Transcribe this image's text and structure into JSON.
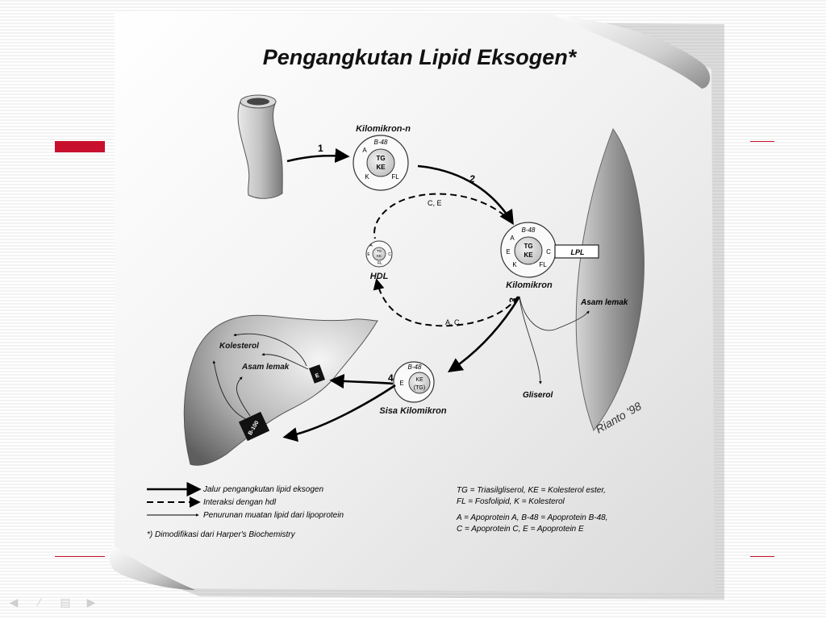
{
  "title": "Pengangkutan Lipid Eksogen*",
  "chylomicron_n": {
    "title": "Kilomikron-n",
    "b48": "B-48",
    "a": "A",
    "tg": "TG",
    "ke": "KE",
    "k": "K",
    "fl": "FL"
  },
  "chylomicron": {
    "title": "Kilomikron",
    "b48": "B-48",
    "a": "A",
    "e": "E",
    "c": "C",
    "tg": "TG",
    "ke": "KE",
    "k": "K",
    "fl": "FL"
  },
  "hdl": {
    "title": "HDL",
    "a": "A",
    "e": "E",
    "c": "C",
    "tg": "TG",
    "ke": "KE",
    "fl": "FL"
  },
  "remnant": {
    "title": "Sisa Kilomikron",
    "b48": "B-48",
    "e": "E",
    "ke": "KE",
    "tg": "(TG)"
  },
  "lpl": "LPL",
  "steps": {
    "s1": "1",
    "s2": "2",
    "s3": "3",
    "s4": "4"
  },
  "arrow_labels": {
    "ce": "C, E",
    "ac": "A, C"
  },
  "liver": {
    "kolesterol": "Kolesterol",
    "asam_lemak": "Asam lemak",
    "receptor_e": "E",
    "receptor_b100": "B-100"
  },
  "tissue": {
    "asam_lemak": "Asam lemak",
    "gliserol": "Gliserol"
  },
  "signature": "Rianto '98",
  "legend": {
    "solid": "Jalur pengangkutan lipid eksogen",
    "dashed": "Interaksi dengan hdl",
    "thin": "Penurunan muatan lipid dari lipoprotein"
  },
  "footnote": "*) Dimodifikasi dari Harper's Biochemistry",
  "abbreviations": {
    "line1": "TG = Triasilgliserol,   KE = Kolesterol ester,",
    "line2": "FL = Fosfolipid,   K = Kolesterol",
    "line3": "A = Apoprotein A,   B-48 = Apoprotein B-48,",
    "line4": "C = Apoprotein C,   E = Apoprotein E"
  },
  "nav_icons": [
    "prev-icon",
    "draw-icon",
    "menu-icon",
    "next-icon"
  ]
}
